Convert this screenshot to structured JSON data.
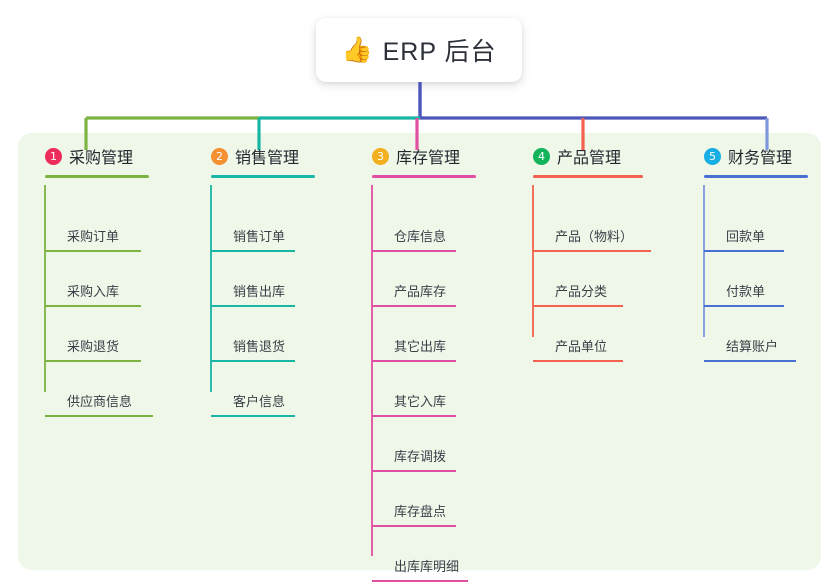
{
  "root": {
    "emoji": "👍",
    "emoji_name": "thumbs-up-icon",
    "title": "ERP 后台"
  },
  "palette": {
    "panel_bg": "#eff7e9",
    "page_bg": "#ffffff",
    "stem": "#4a56b8",
    "bus_left_green": "#7cb342",
    "bus_mid_teal": "#19b5a5",
    "bus_right_indigo": "#4a56b8",
    "text": "#3a3f48"
  },
  "columns": [
    {
      "index": "1",
      "title": "采购管理",
      "badge_color": "#ec2d5b",
      "line_color": "#7cb342",
      "connector_color": "#7cb342",
      "items": [
        "采购订单",
        "采购入库",
        "采购退货",
        "供应商信息"
      ]
    },
    {
      "index": "2",
      "title": "销售管理",
      "badge_color": "#f59133",
      "line_color": "#19b5a5",
      "connector_color": "#19b5a5",
      "items": [
        "销售订单",
        "销售出库",
        "销售退货",
        "客户信息"
      ]
    },
    {
      "index": "3",
      "title": "库存管理",
      "badge_color": "#f2b01e",
      "line_color": "#e04fa0",
      "connector_color": "#e04fa0",
      "items": [
        "仓库信息",
        "产品库存",
        "其它出库",
        "其它入库",
        "库存调拨",
        "库存盘点",
        "出库库明细"
      ]
    },
    {
      "index": "4",
      "title": "产品管理",
      "badge_color": "#12b45a",
      "line_color": "#f4614f",
      "connector_color": "#f4614f",
      "items": [
        "产品（物料）",
        "产品分类",
        "产品单位"
      ]
    },
    {
      "index": "5",
      "title": "财务管理",
      "badge_color": "#17aee3",
      "line_color": "#4a6fd4",
      "connector_color": "#7e97dd",
      "items": [
        "回款单",
        "付款单",
        "结算账户"
      ]
    }
  ]
}
